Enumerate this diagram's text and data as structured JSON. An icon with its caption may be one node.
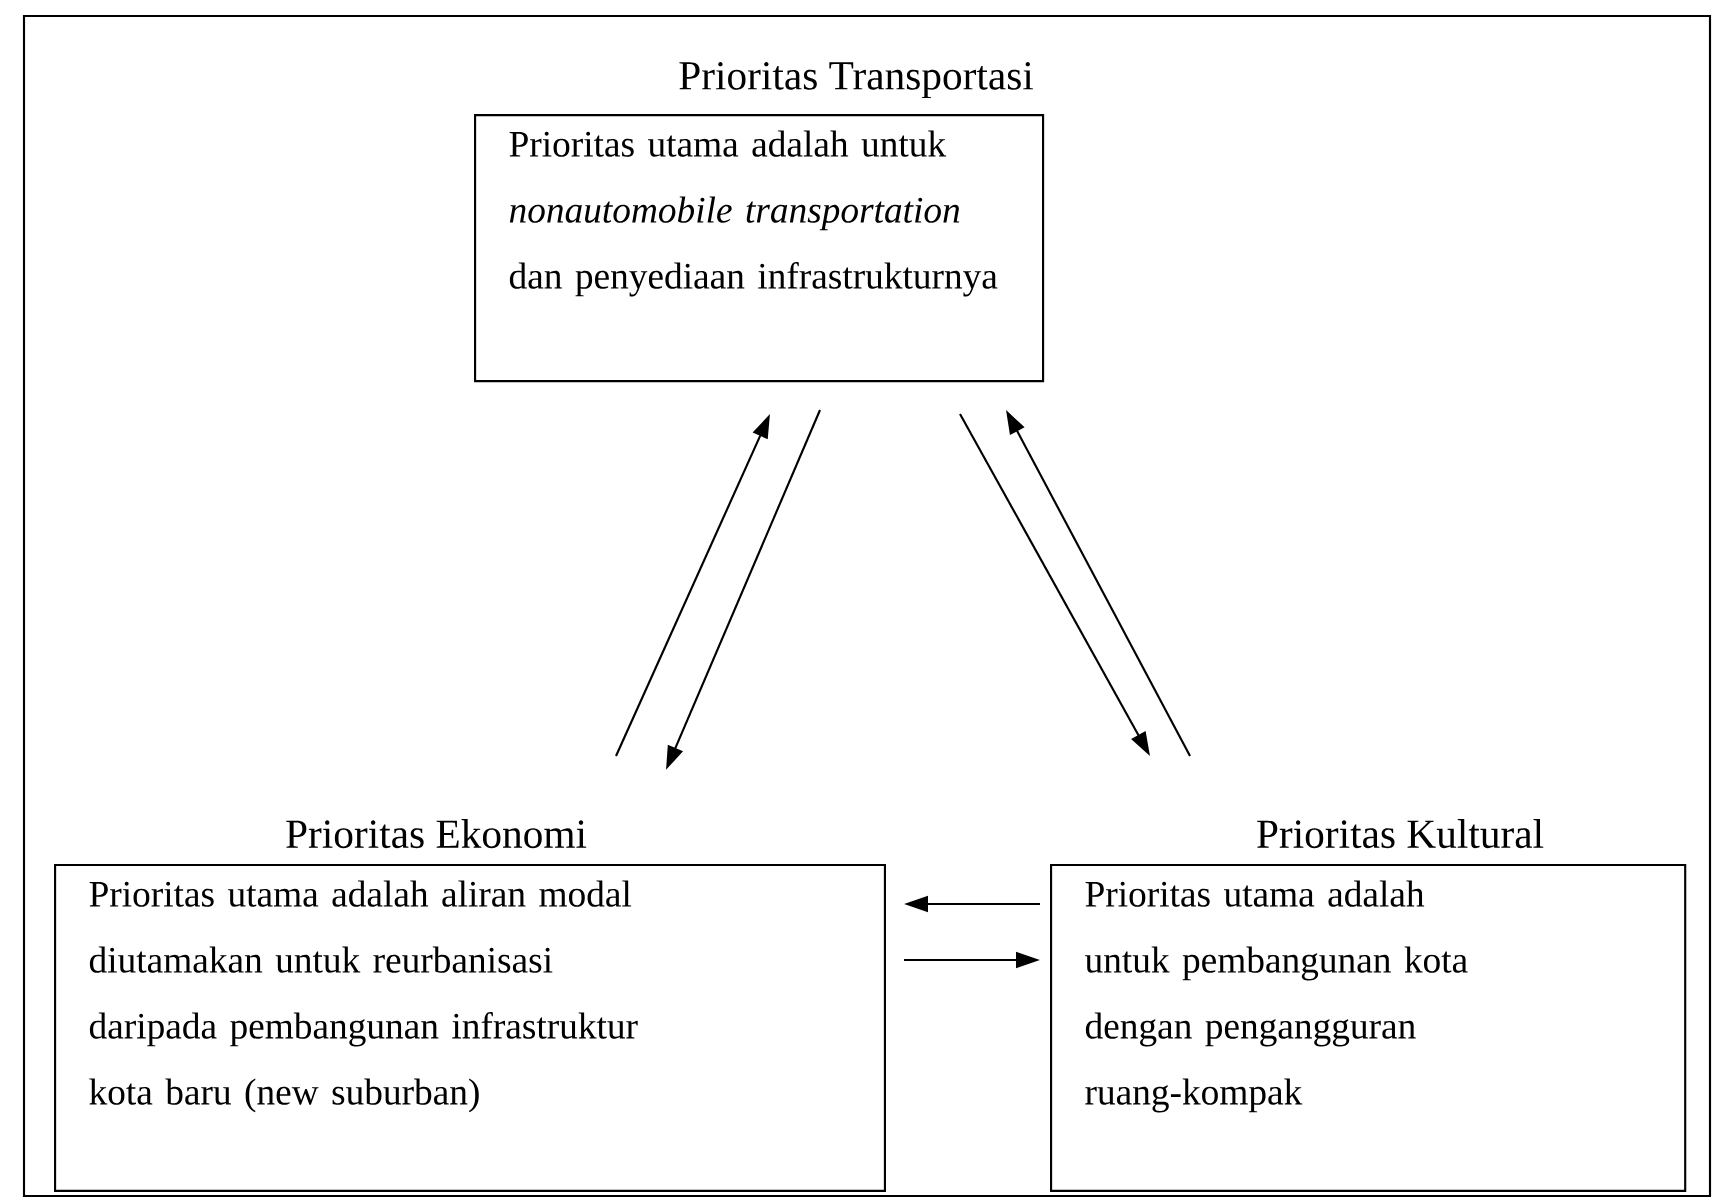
{
  "diagram": {
    "nodes": [
      {
        "text": [
          "Prioritas Transportasi",
          "Prioritas utama adalah untuk *nonautomobile transportation* dan penyediaan infrastrukturnya"
        ]
      },
      {
        "text": [
          "Prioritas Ekonomi",
          "Prioritas utama adalah aliran modal diutamakan untuk reurbanisasi daripada pembangunan infrastruktur kota baru (new suburban)"
        ]
      },
      {
        "text": [
          "Prioritas Kultural",
          "Prioritas utama adalah untuk pembangunan kota dengan pengangguran ruang-kompak"
        ]
      }
    ],
    "edges": [
      {
        "from": 1,
        "to": 0,
        "arrow": "to"
      },
      {
        "from": 0,
        "to": 1,
        "arrow": "to"
      },
      {
        "from": 0,
        "to": 2,
        "arrow": "to"
      },
      {
        "from": 2,
        "to": 0,
        "arrow": "to"
      },
      {
        "from": 2,
        "to": 1,
        "arrow": "to"
      },
      {
        "from": 1,
        "to": 2,
        "arrow": "to"
      }
    ]
  }
}
